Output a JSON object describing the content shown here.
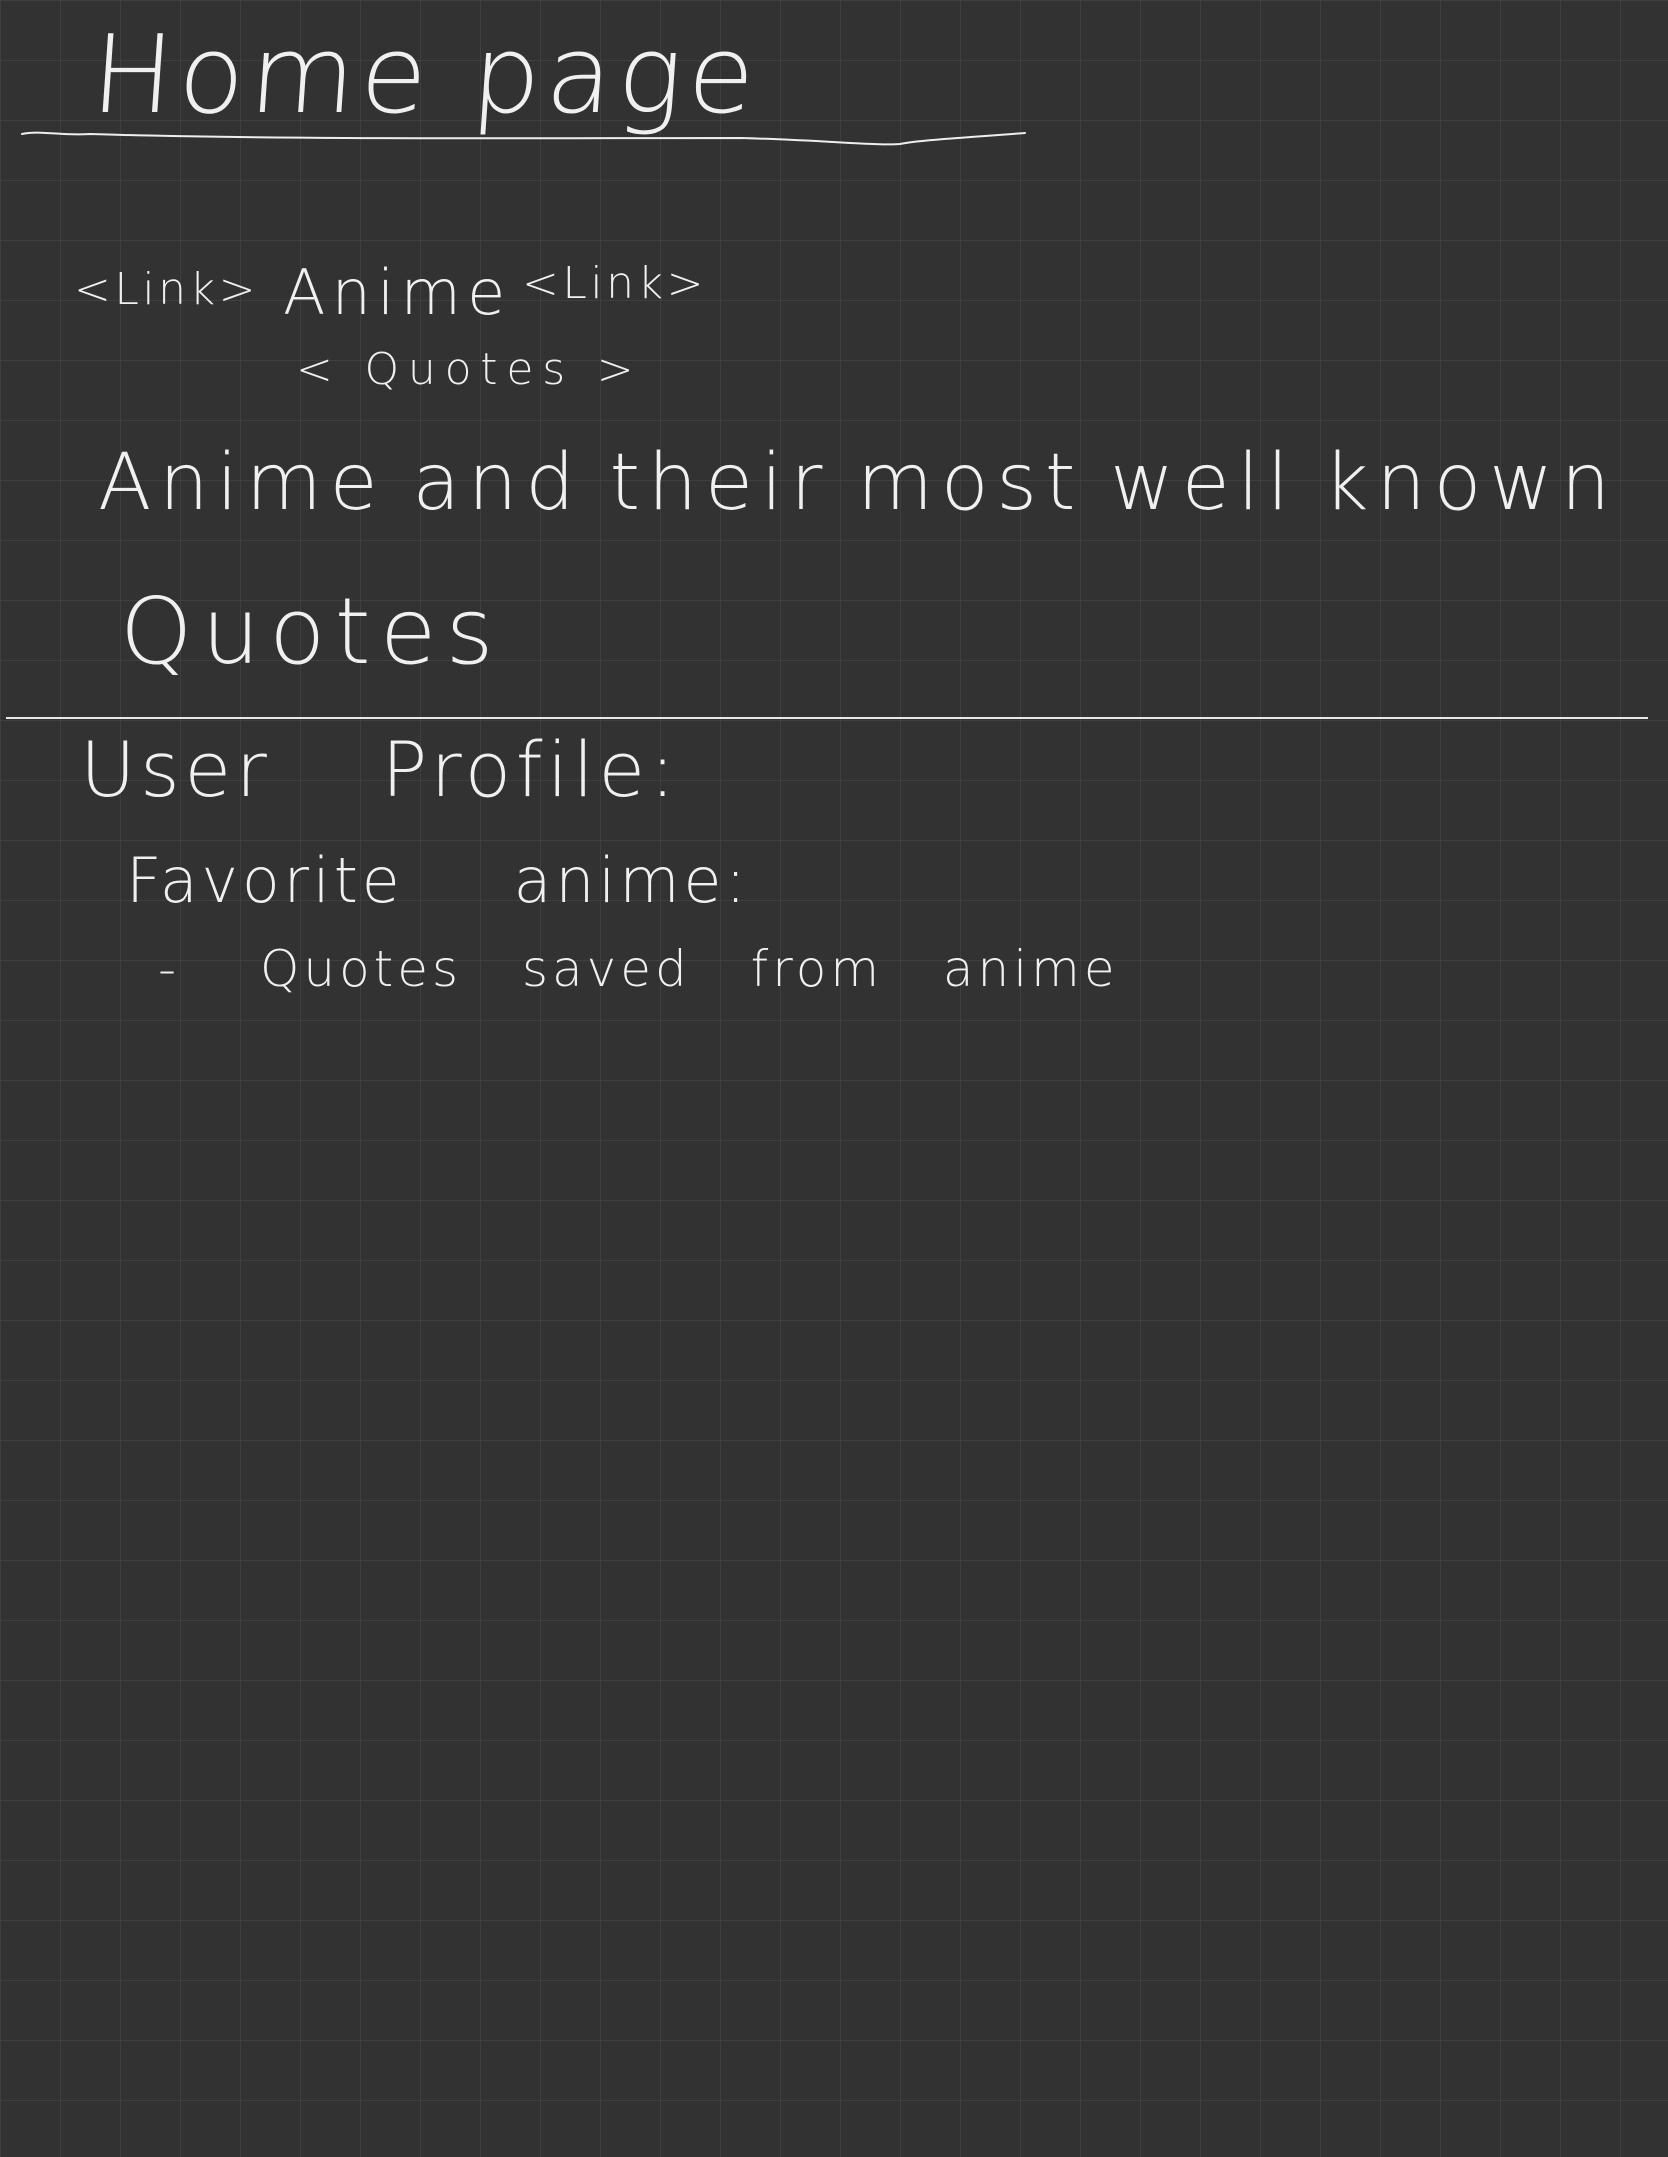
{
  "header": {
    "title": "Home page"
  },
  "nav": {
    "link_left": "<Link>",
    "anime": "Anime",
    "link_right": "<Link>",
    "quotes": "< Quotes >"
  },
  "hero": {
    "words": [
      "Anime",
      "and",
      "their",
      "most",
      "well",
      "known"
    ],
    "line2": "Quotes"
  },
  "profile": {
    "heading_word1": "User",
    "heading_word2": "Profile:",
    "favorite_word1": "Favorite",
    "favorite_word2": "anime:",
    "bullet": "-",
    "saved_text": "Quotes saved from anime"
  },
  "colors": {
    "background": "#323232",
    "grid": "#3f3f3f",
    "ink": "#f0f0f0"
  }
}
